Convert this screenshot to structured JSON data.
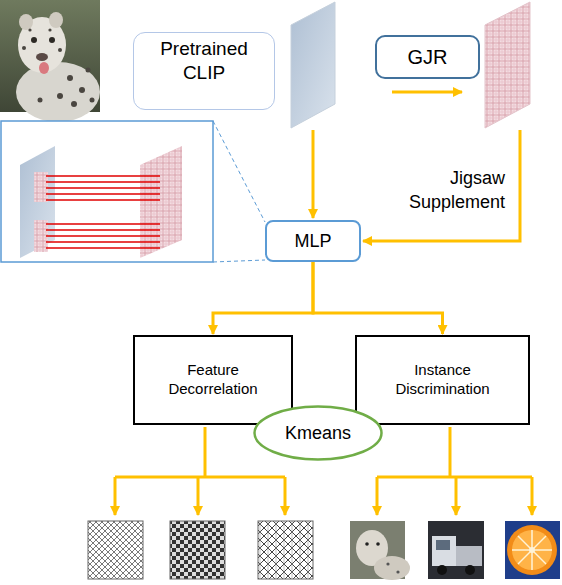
{
  "diagram": {
    "nodes": [
      {
        "text": [
          "Pretrained CLIP"
        ]
      },
      {
        "text": [
          "GJR"
        ]
      },
      {
        "text": [
          "MLP"
        ]
      },
      {
        "text": [
          "Feature Decorrelation"
        ]
      },
      {
        "text": [
          "Instance Discrimination"
        ]
      },
      {
        "text": [
          "Kmeans"
        ]
      }
    ],
    "edges": [
      {
        "from": 2,
        "to": 3,
        "arrow": "to"
      },
      {
        "from": 2,
        "to": 4,
        "arrow": "to"
      }
    ],
    "labels": [
      "Jigsaw Supplement"
    ]
  }
}
